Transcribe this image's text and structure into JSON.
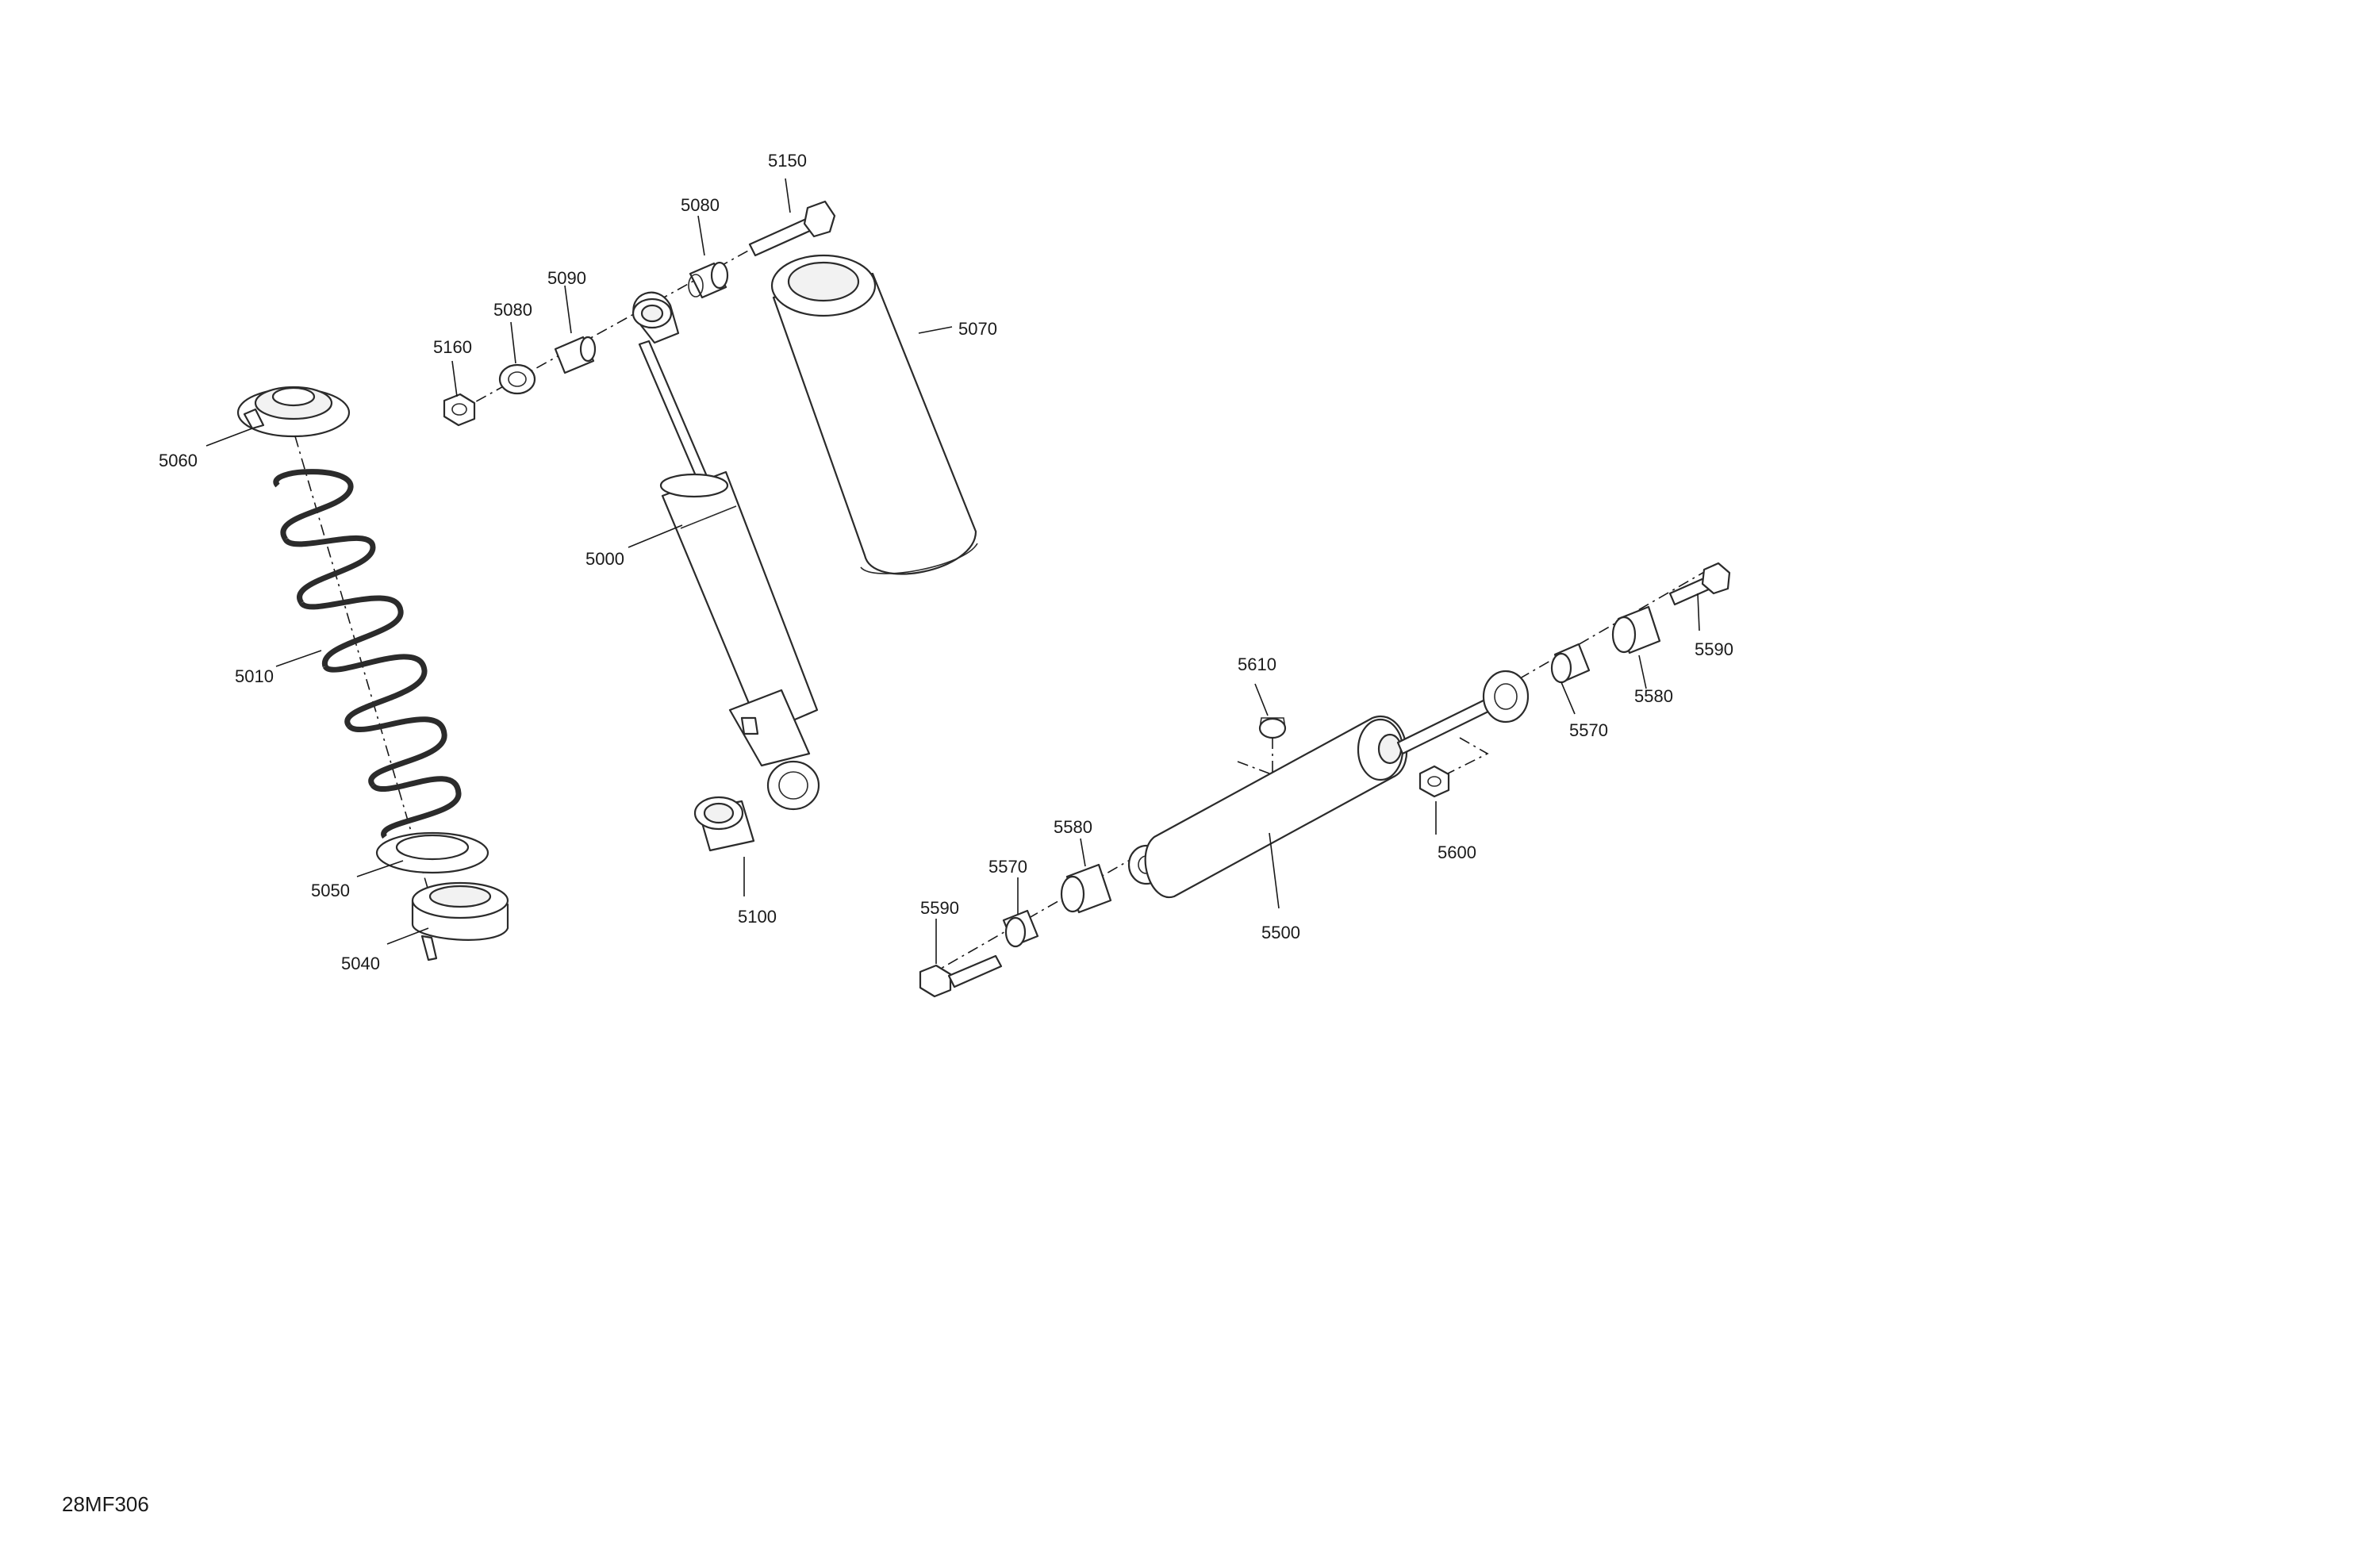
{
  "drawing_id": "28MF306",
  "callouts": {
    "c5150": "5150",
    "c5080a": "5080",
    "c5090": "5090",
    "c5080b": "5080",
    "c5160": "5160",
    "c5070": "5070",
    "c5060": "5060",
    "c5000": "5000",
    "c5010": "5010",
    "c5050": "5050",
    "c5040": "5040",
    "c5100": "5100",
    "c5610": "5610",
    "c5590a": "5590",
    "c5580a": "5580",
    "c5570a": "5570",
    "c5600": "5600",
    "c5500": "5500",
    "c5580b": "5580",
    "c5570b": "5570",
    "c5590b": "5590"
  }
}
